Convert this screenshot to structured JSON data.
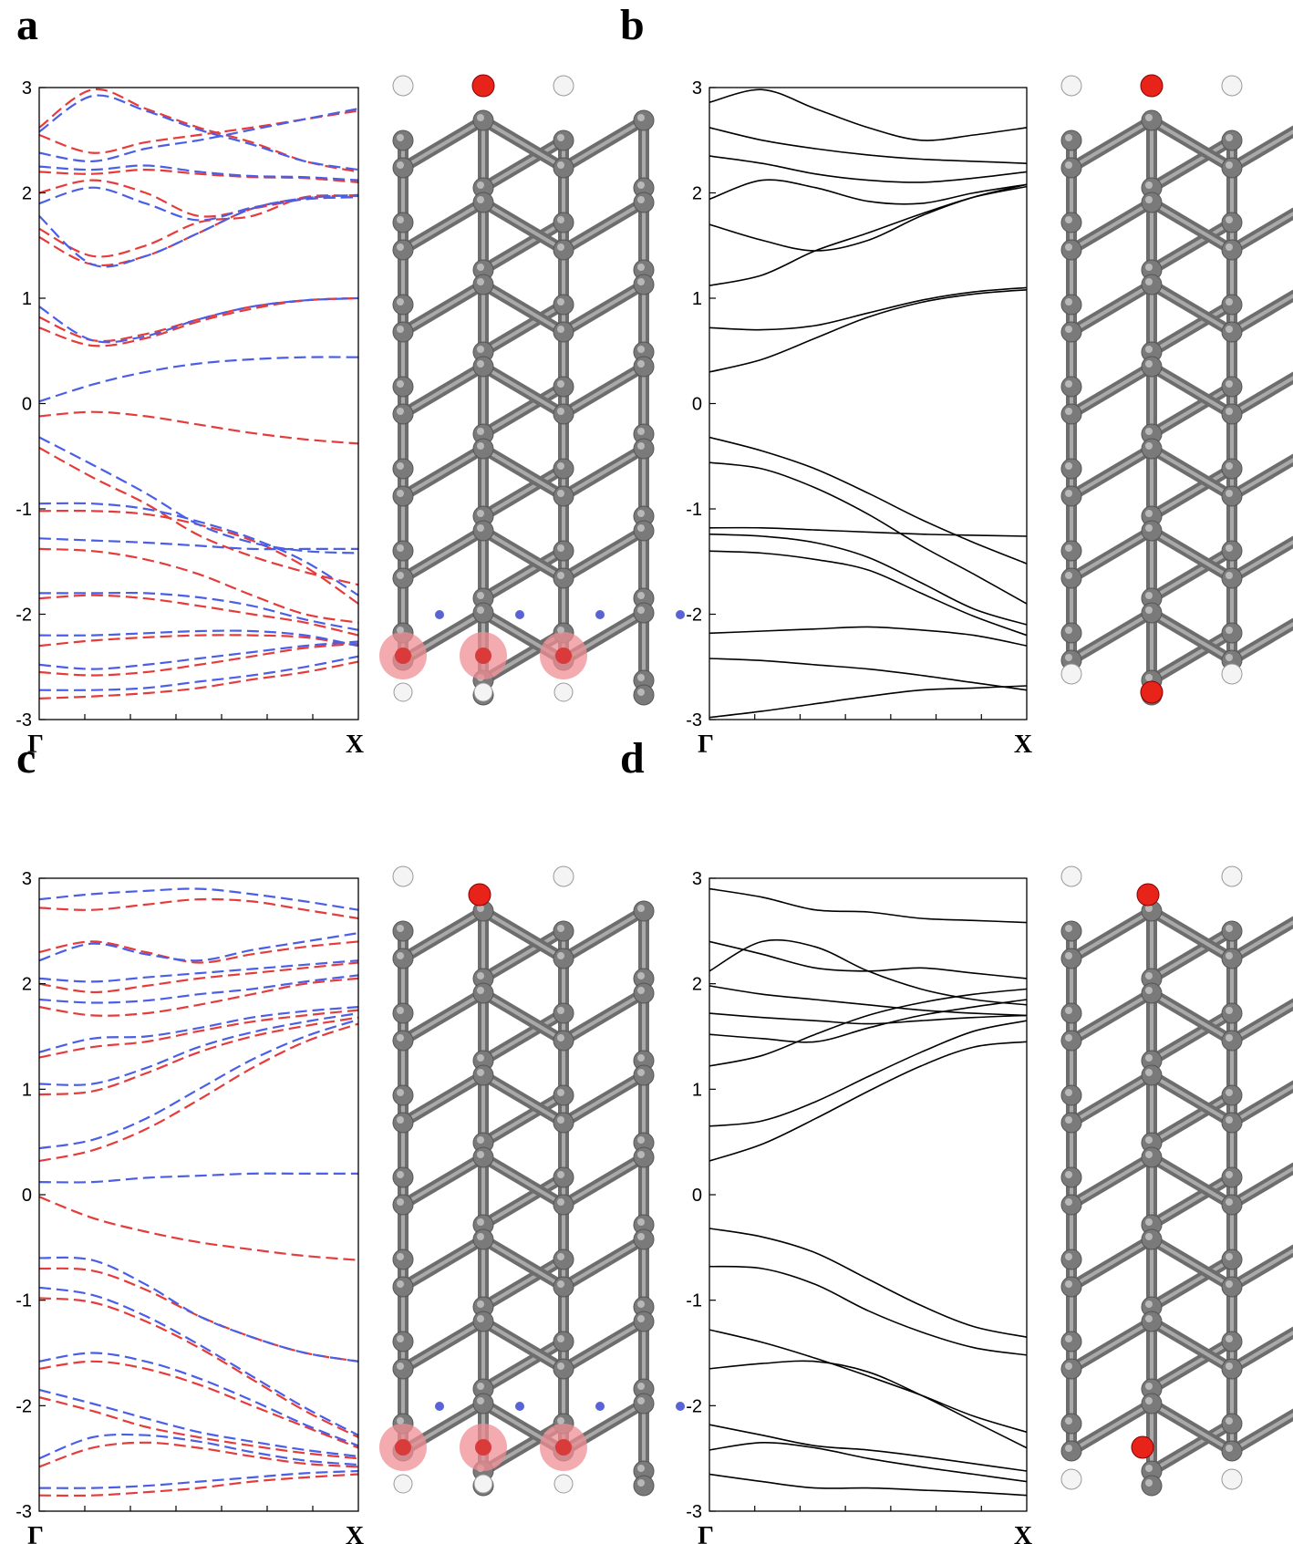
{
  "panels": [
    {
      "letter": "a"
    },
    {
      "letter": "b"
    },
    {
      "letter": "c"
    },
    {
      "letter": "d"
    }
  ],
  "colors": {
    "spin_up": "#e53b3b",
    "spin_down": "#4a5ee6",
    "nonmagnetic": "#000000",
    "carbon": "#7a7a7a",
    "hydrogen": "#f4f4f4",
    "oxygen": "#e8241a",
    "spin_up_site": "#d93a3a",
    "spin_down_site": "#5a63d6",
    "spin_halo": "#f08f96"
  },
  "chart_data": [
    {
      "type": "line",
      "panel": "a",
      "x_ticks": [
        "Γ",
        "X"
      ],
      "ylim": [
        -3,
        3
      ],
      "yticks": [
        "3",
        "2",
        "1",
        "0",
        "-1",
        "-2",
        "-3"
      ],
      "grid": false,
      "series": [
        {
          "spin": "up",
          "style": "dashed",
          "bands": [
            [
              0.72,
              0.55,
              0.62,
              0.78,
              0.9,
              0.98,
              1.0
            ],
            [
              0.82,
              0.6,
              0.66,
              0.8,
              0.92,
              0.98,
              1.0
            ],
            [
              1.58,
              1.32,
              1.4,
              1.62,
              1.85,
              1.95,
              1.98
            ],
            [
              1.66,
              1.4,
              1.5,
              1.72,
              1.78,
              1.96,
              1.97
            ],
            [
              2.0,
              2.12,
              2.0,
              1.78,
              1.85,
              1.94,
              1.96
            ],
            [
              2.2,
              2.18,
              2.22,
              2.18,
              2.15,
              2.14,
              2.1
            ],
            [
              2.55,
              2.38,
              2.48,
              2.55,
              2.62,
              2.7,
              2.78
            ],
            [
              2.62,
              2.98,
              2.8,
              2.62,
              2.48,
              2.3,
              2.2
            ],
            [
              -0.12,
              -0.08,
              -0.12,
              -0.2,
              -0.28,
              -0.34,
              -0.38
            ],
            [
              -0.42,
              -0.7,
              -0.95,
              -1.25,
              -1.45,
              -1.6,
              -1.72
            ],
            [
              -1.02,
              -1.02,
              -1.05,
              -1.15,
              -1.3,
              -1.55,
              -1.9
            ],
            [
              -1.38,
              -1.4,
              -1.48,
              -1.62,
              -1.82,
              -2.0,
              -2.08
            ],
            [
              -1.85,
              -1.82,
              -1.85,
              -1.92,
              -2.0,
              -2.08,
              -2.2
            ],
            [
              -2.3,
              -2.25,
              -2.22,
              -2.2,
              -2.2,
              -2.22,
              -2.3
            ],
            [
              -2.55,
              -2.58,
              -2.55,
              -2.48,
              -2.4,
              -2.32,
              -2.28
            ],
            [
              -2.8,
              -2.78,
              -2.75,
              -2.7,
              -2.62,
              -2.55,
              -2.45
            ]
          ]
        },
        {
          "spin": "down",
          "style": "dashed",
          "bands": [
            [
              0.02,
              0.18,
              0.3,
              0.38,
              0.42,
              0.44,
              0.44
            ],
            [
              0.92,
              0.6,
              0.64,
              0.8,
              0.92,
              0.98,
              1.0
            ],
            [
              1.78,
              1.32,
              1.4,
              1.62,
              1.85,
              1.95,
              1.98
            ],
            [
              1.9,
              2.05,
              1.9,
              1.74,
              1.86,
              1.94,
              1.96
            ],
            [
              2.25,
              2.22,
              2.26,
              2.2,
              2.16,
              2.15,
              2.12
            ],
            [
              2.38,
              2.3,
              2.42,
              2.5,
              2.6,
              2.7,
              2.8
            ],
            [
              2.58,
              2.92,
              2.78,
              2.6,
              2.46,
              2.3,
              2.22
            ],
            [
              -0.32,
              -0.58,
              -0.85,
              -1.15,
              -1.32,
              -1.4,
              -1.42
            ],
            [
              -0.95,
              -0.95,
              -1.0,
              -1.12,
              -1.28,
              -1.5,
              -1.82
            ],
            [
              -1.28,
              -1.3,
              -1.32,
              -1.35,
              -1.38,
              -1.38,
              -1.38
            ],
            [
              -1.8,
              -1.8,
              -1.8,
              -1.84,
              -1.92,
              -2.05,
              -2.15
            ],
            [
              -2.2,
              -2.2,
              -2.18,
              -2.16,
              -2.16,
              -2.2,
              -2.3
            ],
            [
              -2.48,
              -2.52,
              -2.48,
              -2.42,
              -2.36,
              -2.3,
              -2.26
            ],
            [
              -2.72,
              -2.72,
              -2.7,
              -2.64,
              -2.58,
              -2.5,
              -2.4
            ]
          ]
        }
      ]
    },
    {
      "type": "line",
      "panel": "b",
      "x_ticks": [
        "Γ",
        "X"
      ],
      "ylim": [
        -3,
        3
      ],
      "yticks": [
        "3",
        "2",
        "1",
        "0",
        "-1",
        "-2",
        "-3"
      ],
      "grid": false,
      "series": [
        {
          "spin": "none",
          "style": "solid",
          "bands": [
            [
              0.3,
              0.42,
              0.62,
              0.82,
              0.96,
              1.04,
              1.08
            ],
            [
              0.72,
              0.7,
              0.74,
              0.86,
              0.98,
              1.06,
              1.1
            ],
            [
              1.12,
              1.22,
              1.45,
              1.62,
              1.8,
              1.96,
              2.06
            ],
            [
              1.7,
              1.55,
              1.45,
              1.55,
              1.78,
              1.96,
              2.08
            ],
            [
              1.94,
              2.12,
              2.05,
              1.92,
              1.9,
              2.0,
              2.08
            ],
            [
              2.35,
              2.28,
              2.18,
              2.12,
              2.1,
              2.14,
              2.2
            ],
            [
              2.62,
              2.5,
              2.42,
              2.36,
              2.32,
              2.3,
              2.28
            ],
            [
              2.86,
              2.98,
              2.8,
              2.62,
              2.5,
              2.55,
              2.62
            ],
            [
              -0.32,
              -0.45,
              -0.62,
              -0.85,
              -1.1,
              -1.32,
              -1.52
            ],
            [
              -0.56,
              -0.62,
              -0.8,
              -1.05,
              -1.35,
              -1.62,
              -1.9
            ],
            [
              -1.18,
              -1.18,
              -1.2,
              -1.22,
              -1.24,
              -1.25,
              -1.26
            ],
            [
              -1.24,
              -1.26,
              -1.32,
              -1.46,
              -1.7,
              -1.95,
              -2.1
            ],
            [
              -1.4,
              -1.42,
              -1.48,
              -1.58,
              -1.8,
              -2.02,
              -2.2
            ],
            [
              -2.18,
              -2.16,
              -2.14,
              -2.12,
              -2.15,
              -2.2,
              -2.3
            ],
            [
              -2.42,
              -2.44,
              -2.48,
              -2.52,
              -2.58,
              -2.65,
              -2.72
            ],
            [
              -2.98,
              -2.92,
              -2.85,
              -2.78,
              -2.72,
              -2.7,
              -2.68
            ]
          ]
        }
      ]
    },
    {
      "type": "line",
      "panel": "c",
      "x_ticks": [
        "Γ",
        "X"
      ],
      "ylim": [
        -3,
        3
      ],
      "yticks": [
        "3",
        "2",
        "1",
        "0",
        "-1",
        "-2",
        "-3"
      ],
      "grid": false,
      "series": [
        {
          "spin": "up",
          "style": "dashed",
          "bands": [
            [
              -0.02,
              -0.22,
              -0.35,
              -0.45,
              -0.52,
              -0.58,
              -0.62
            ],
            [
              0.32,
              0.42,
              0.62,
              0.9,
              1.2,
              1.45,
              1.62
            ],
            [
              0.95,
              0.98,
              1.15,
              1.35,
              1.5,
              1.6,
              1.68
            ],
            [
              1.3,
              1.4,
              1.45,
              1.55,
              1.64,
              1.7,
              1.75
            ],
            [
              1.78,
              1.7,
              1.72,
              1.8,
              1.9,
              2.0,
              2.05
            ],
            [
              2.0,
              1.92,
              1.98,
              2.05,
              2.1,
              2.15,
              2.2
            ],
            [
              2.3,
              2.4,
              2.3,
              2.2,
              2.28,
              2.35,
              2.4
            ],
            [
              2.72,
              2.7,
              2.75,
              2.8,
              2.78,
              2.7,
              2.62
            ],
            [
              -0.7,
              -0.72,
              -0.9,
              -1.15,
              -1.35,
              -1.5,
              -1.58
            ],
            [
              -0.98,
              -1.02,
              -1.2,
              -1.45,
              -1.75,
              -2.05,
              -2.3
            ],
            [
              -1.65,
              -1.58,
              -1.65,
              -1.8,
              -2.0,
              -2.2,
              -2.4
            ],
            [
              -1.92,
              -2.05,
              -2.2,
              -2.3,
              -2.38,
              -2.45,
              -2.5
            ],
            [
              -2.58,
              -2.4,
              -2.35,
              -2.4,
              -2.48,
              -2.55,
              -2.58
            ],
            [
              -2.85,
              -2.85,
              -2.82,
              -2.78,
              -2.72,
              -2.68,
              -2.65
            ]
          ]
        },
        {
          "spin": "down",
          "style": "dashed",
          "bands": [
            [
              0.12,
              0.12,
              0.16,
              0.18,
              0.2,
              0.2,
              0.2
            ],
            [
              0.44,
              0.52,
              0.72,
              1.0,
              1.28,
              1.5,
              1.66
            ],
            [
              1.05,
              1.05,
              1.2,
              1.4,
              1.54,
              1.64,
              1.72
            ],
            [
              1.35,
              1.48,
              1.5,
              1.58,
              1.68,
              1.74,
              1.78
            ],
            [
              1.85,
              1.82,
              1.84,
              1.9,
              1.95,
              2.02,
              2.08
            ],
            [
              2.05,
              2.02,
              2.06,
              2.1,
              2.14,
              2.18,
              2.22
            ],
            [
              2.22,
              2.38,
              2.28,
              2.22,
              2.32,
              2.4,
              2.48
            ],
            [
              2.8,
              2.85,
              2.88,
              2.9,
              2.85,
              2.78,
              2.7
            ],
            [
              -0.6,
              -0.62,
              -0.85,
              -1.15,
              -1.35,
              -1.5,
              -1.58
            ],
            [
              -0.88,
              -0.95,
              -1.15,
              -1.42,
              -1.72,
              -2.02,
              -2.28
            ],
            [
              -1.58,
              -1.5,
              -1.58,
              -1.74,
              -1.95,
              -2.18,
              -2.38
            ],
            [
              -1.85,
              -1.98,
              -2.12,
              -2.25,
              -2.34,
              -2.42,
              -2.48
            ],
            [
              -2.5,
              -2.3,
              -2.28,
              -2.34,
              -2.44,
              -2.52,
              -2.56
            ],
            [
              -2.78,
              -2.78,
              -2.76,
              -2.72,
              -2.68,
              -2.64,
              -2.62
            ]
          ]
        }
      ]
    },
    {
      "type": "line",
      "panel": "d",
      "x_ticks": [
        "Γ",
        "X"
      ],
      "ylim": [
        -3,
        3
      ],
      "yticks": [
        "3",
        "2",
        "1",
        "0",
        "-1",
        "-2",
        "-3"
      ],
      "grid": false,
      "series": [
        {
          "spin": "none",
          "style": "solid",
          "bands": [
            [
              0.32,
              0.48,
              0.72,
              0.98,
              1.22,
              1.4,
              1.45
            ],
            [
              0.65,
              0.7,
              0.88,
              1.12,
              1.35,
              1.55,
              1.65
            ],
            [
              1.22,
              1.32,
              1.52,
              1.7,
              1.82,
              1.9,
              1.95
            ],
            [
              1.52,
              1.48,
              1.45,
              1.58,
              1.7,
              1.78,
              1.85
            ],
            [
              1.72,
              1.68,
              1.65,
              1.62,
              1.65,
              1.68,
              1.7
            ],
            [
              1.98,
              1.9,
              1.85,
              1.8,
              1.75,
              1.72,
              1.7
            ],
            [
              2.12,
              2.4,
              2.35,
              2.12,
              1.95,
              1.85,
              1.8
            ],
            [
              2.4,
              2.28,
              2.15,
              2.12,
              2.15,
              2.1,
              2.05
            ],
            [
              2.9,
              2.82,
              2.7,
              2.68,
              2.62,
              2.6,
              2.58
            ],
            [
              -0.32,
              -0.4,
              -0.55,
              -0.8,
              -1.05,
              -1.25,
              -1.35
            ],
            [
              -0.68,
              -0.7,
              -0.85,
              -1.1,
              -1.3,
              -1.45,
              -1.52
            ],
            [
              -1.28,
              -1.4,
              -1.55,
              -1.72,
              -1.9,
              -2.1,
              -2.25
            ],
            [
              -1.65,
              -1.6,
              -1.58,
              -1.68,
              -1.9,
              -2.15,
              -2.4
            ],
            [
              -2.18,
              -2.28,
              -2.38,
              -2.42,
              -2.48,
              -2.55,
              -2.62
            ],
            [
              -2.42,
              -2.35,
              -2.4,
              -2.5,
              -2.58,
              -2.65,
              -2.72
            ],
            [
              -2.65,
              -2.72,
              -2.78,
              -2.78,
              -2.8,
              -2.82,
              -2.85
            ]
          ]
        }
      ]
    }
  ]
}
